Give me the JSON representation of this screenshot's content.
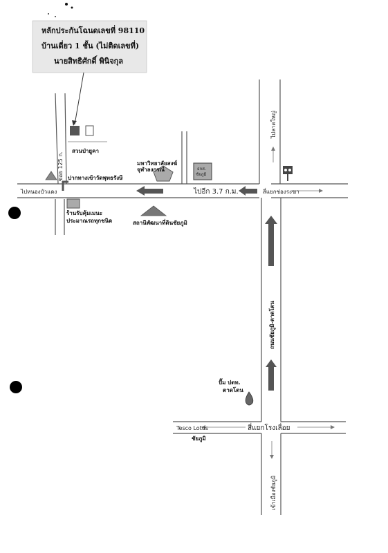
{
  "header": {
    "line1": "หลักประกันโฉนดเลขที่ 98110",
    "line2": "บ้านเดี่ยว 1 ชั้น (ไม่ติดเลขที่)",
    "line3": "นายสิทธิศักดิ์ พินิจกุล"
  },
  "labels": {
    "garden": "สวนป่ายูคา",
    "soi": "ซอย 125 ก.",
    "entrance": "ปากทางเข้าวัดพุทธรังษี",
    "to_nong_bua_daeng": "ไปหนองบัวแดง",
    "university": "มหาวิทยาลัยสงฆ์",
    "university2": "จุฬาลงกรณ์",
    "bank": "ธกส.",
    "bank2": "ชัยภูมิ",
    "distance": "ไปอีก 3.7 ก.ม.",
    "intersection_north": "สี่แยกช่องระฆา",
    "to_la_daeng_north": "ไปลาดใหญ่",
    "shop1": "ร้านรับคุ้มเมนะ",
    "shop2": "ประมาณรถทุกชนิด",
    "station": "สถานีพัฒนาที่ดินชัยภูมิ",
    "road_name": "ถนนชัยภูมิ-ตาดโตน",
    "gas1": "ปั๊ม ปตท.",
    "gas2": "ตาดโตน",
    "tesco1": "Tesco Lotus",
    "tesco2": "ชัยภูมิ",
    "intersection_south": "สี่แยกโรงเลื่อย",
    "to_city": "เข้าเมืองชัยภูมิ"
  },
  "icons": {
    "traffic_light": "traffic-light-icon",
    "gas_drop": "gas-drop-icon",
    "temple": "temple-triangle-icon",
    "station": "station-triangle-icon",
    "university": "pentagon-icon",
    "house": "house-marker-icon"
  },
  "colors": {
    "arrow": "#555555",
    "road": "#555555",
    "box_fill": "#e8e8e8"
  }
}
